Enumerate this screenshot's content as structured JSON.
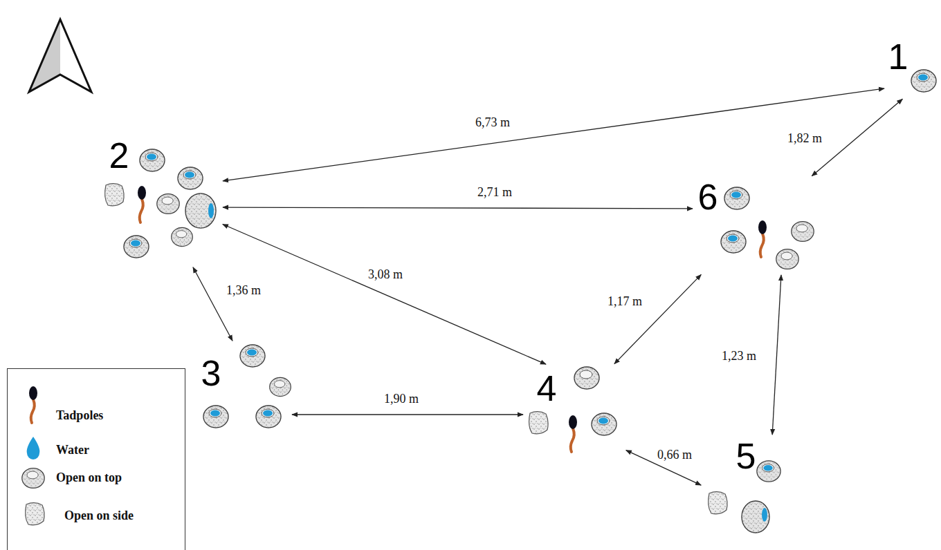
{
  "diagram": {
    "nodes": [
      {
        "text": [
          "1"
        ]
      },
      {
        "text": [
          "2"
        ]
      },
      {
        "text": [
          "3"
        ]
      },
      {
        "text": [
          "4"
        ]
      },
      {
        "text": [
          "5"
        ]
      },
      {
        "text": [
          "6"
        ]
      }
    ],
    "edges": [
      {
        "from": 1,
        "to": 0,
        "arrow": "both",
        "label": "6,73 m"
      },
      {
        "from": 1,
        "to": 5,
        "arrow": "both",
        "label": "2,71 m"
      },
      {
        "from": 1,
        "to": 3,
        "arrow": "both",
        "label": "3,08 m"
      },
      {
        "from": 1,
        "to": 2,
        "arrow": "both",
        "label": "1,36 m"
      },
      {
        "from": 2,
        "to": 3,
        "arrow": "both",
        "label": "1,90 m"
      },
      {
        "from": 3,
        "to": 5,
        "arrow": "both",
        "label": "1,17 m"
      },
      {
        "from": 5,
        "to": 4,
        "arrow": "both",
        "label": "1,23 m"
      },
      {
        "from": 3,
        "to": 4,
        "arrow": "both",
        "label": "0,66 m"
      },
      {
        "from": 5,
        "to": 0,
        "arrow": "both",
        "label": "1,82 m"
      }
    ],
    "legend": [
      {
        "text": "Tadpoles"
      },
      {
        "text": "Water"
      },
      {
        "text": "Open on top"
      },
      {
        "text": "Open on side"
      }
    ]
  }
}
